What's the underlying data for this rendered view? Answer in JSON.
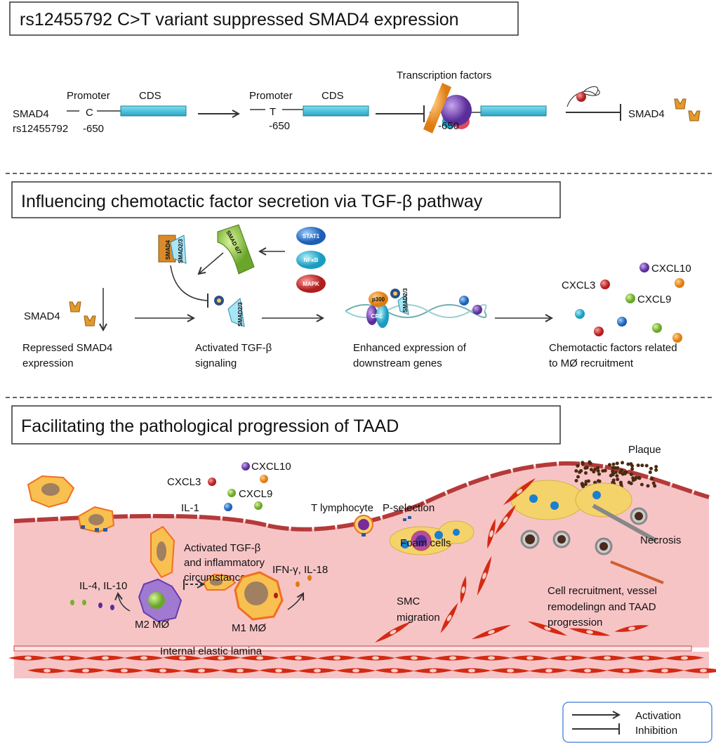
{
  "section1": {
    "title": "rs12455792 C>T variant suppressed SMAD4 expression",
    "gene": "SMAD4",
    "snp": "rs12455792",
    "promoter": "Promoter",
    "cds": "CDS",
    "allele_c": "C",
    "allele_t": "T",
    "position": "-650",
    "transcription_factors": "Transcription factors",
    "product": "SMAD4"
  },
  "section2": {
    "title": "Influencing chemotactic factor secretion via TGF-β pathway",
    "smad4": "SMAD4",
    "smad23": "SMAD2/3",
    "smad67": "SMAD 6/7",
    "stat1": "STAT1",
    "nfkb": "NFκB",
    "mapk": "MAPK",
    "p300": "p300",
    "cre": "CRE",
    "step1": [
      "Repressed SMAD4",
      "expression"
    ],
    "step2": [
      "Activated TGF-β",
      "signaling"
    ],
    "step3": [
      "Enhanced expression of",
      "downstream genes"
    ],
    "step4": [
      "Chemotactic factors related",
      "to MØ recruitment"
    ],
    "chemokines": [
      "CXCL3",
      "CXCL10",
      "CXCL9"
    ]
  },
  "section3": {
    "title": "Facilitating  the pathological progression of TAAD",
    "plaque": "Plaque",
    "chemokines": [
      "CXCL3",
      "CXCL10",
      "CXCL9",
      "IL-1"
    ],
    "t_lymphocyte": "T lymphocyte",
    "p_selection": "P-selection",
    "activated": [
      "Activated TGF-β",
      "and inflammatory",
      "circumstance"
    ],
    "foam_cells": "Foam cells",
    "necrosis": "Necrosis",
    "il4": "IL-4, IL-10",
    "ifn": "IFN-γ, IL-18",
    "m2": "M2 MØ",
    "m1": "M1 MØ",
    "smc": [
      "SMC",
      "migration"
    ],
    "outcome": [
      "Cell recruitment, vessel",
      "remodelingn and TAAD",
      "progression"
    ],
    "lamina": "Internal elastic lamina"
  },
  "legend": {
    "activation": "Activation",
    "inhibition": "Inhibition"
  },
  "colors": {
    "cds": "#3bbcd6",
    "vessel": "#f7c4c6",
    "endothelium": "#b53a3a",
    "smc": "#d42a12",
    "legend_border": "#5b8fe0"
  }
}
